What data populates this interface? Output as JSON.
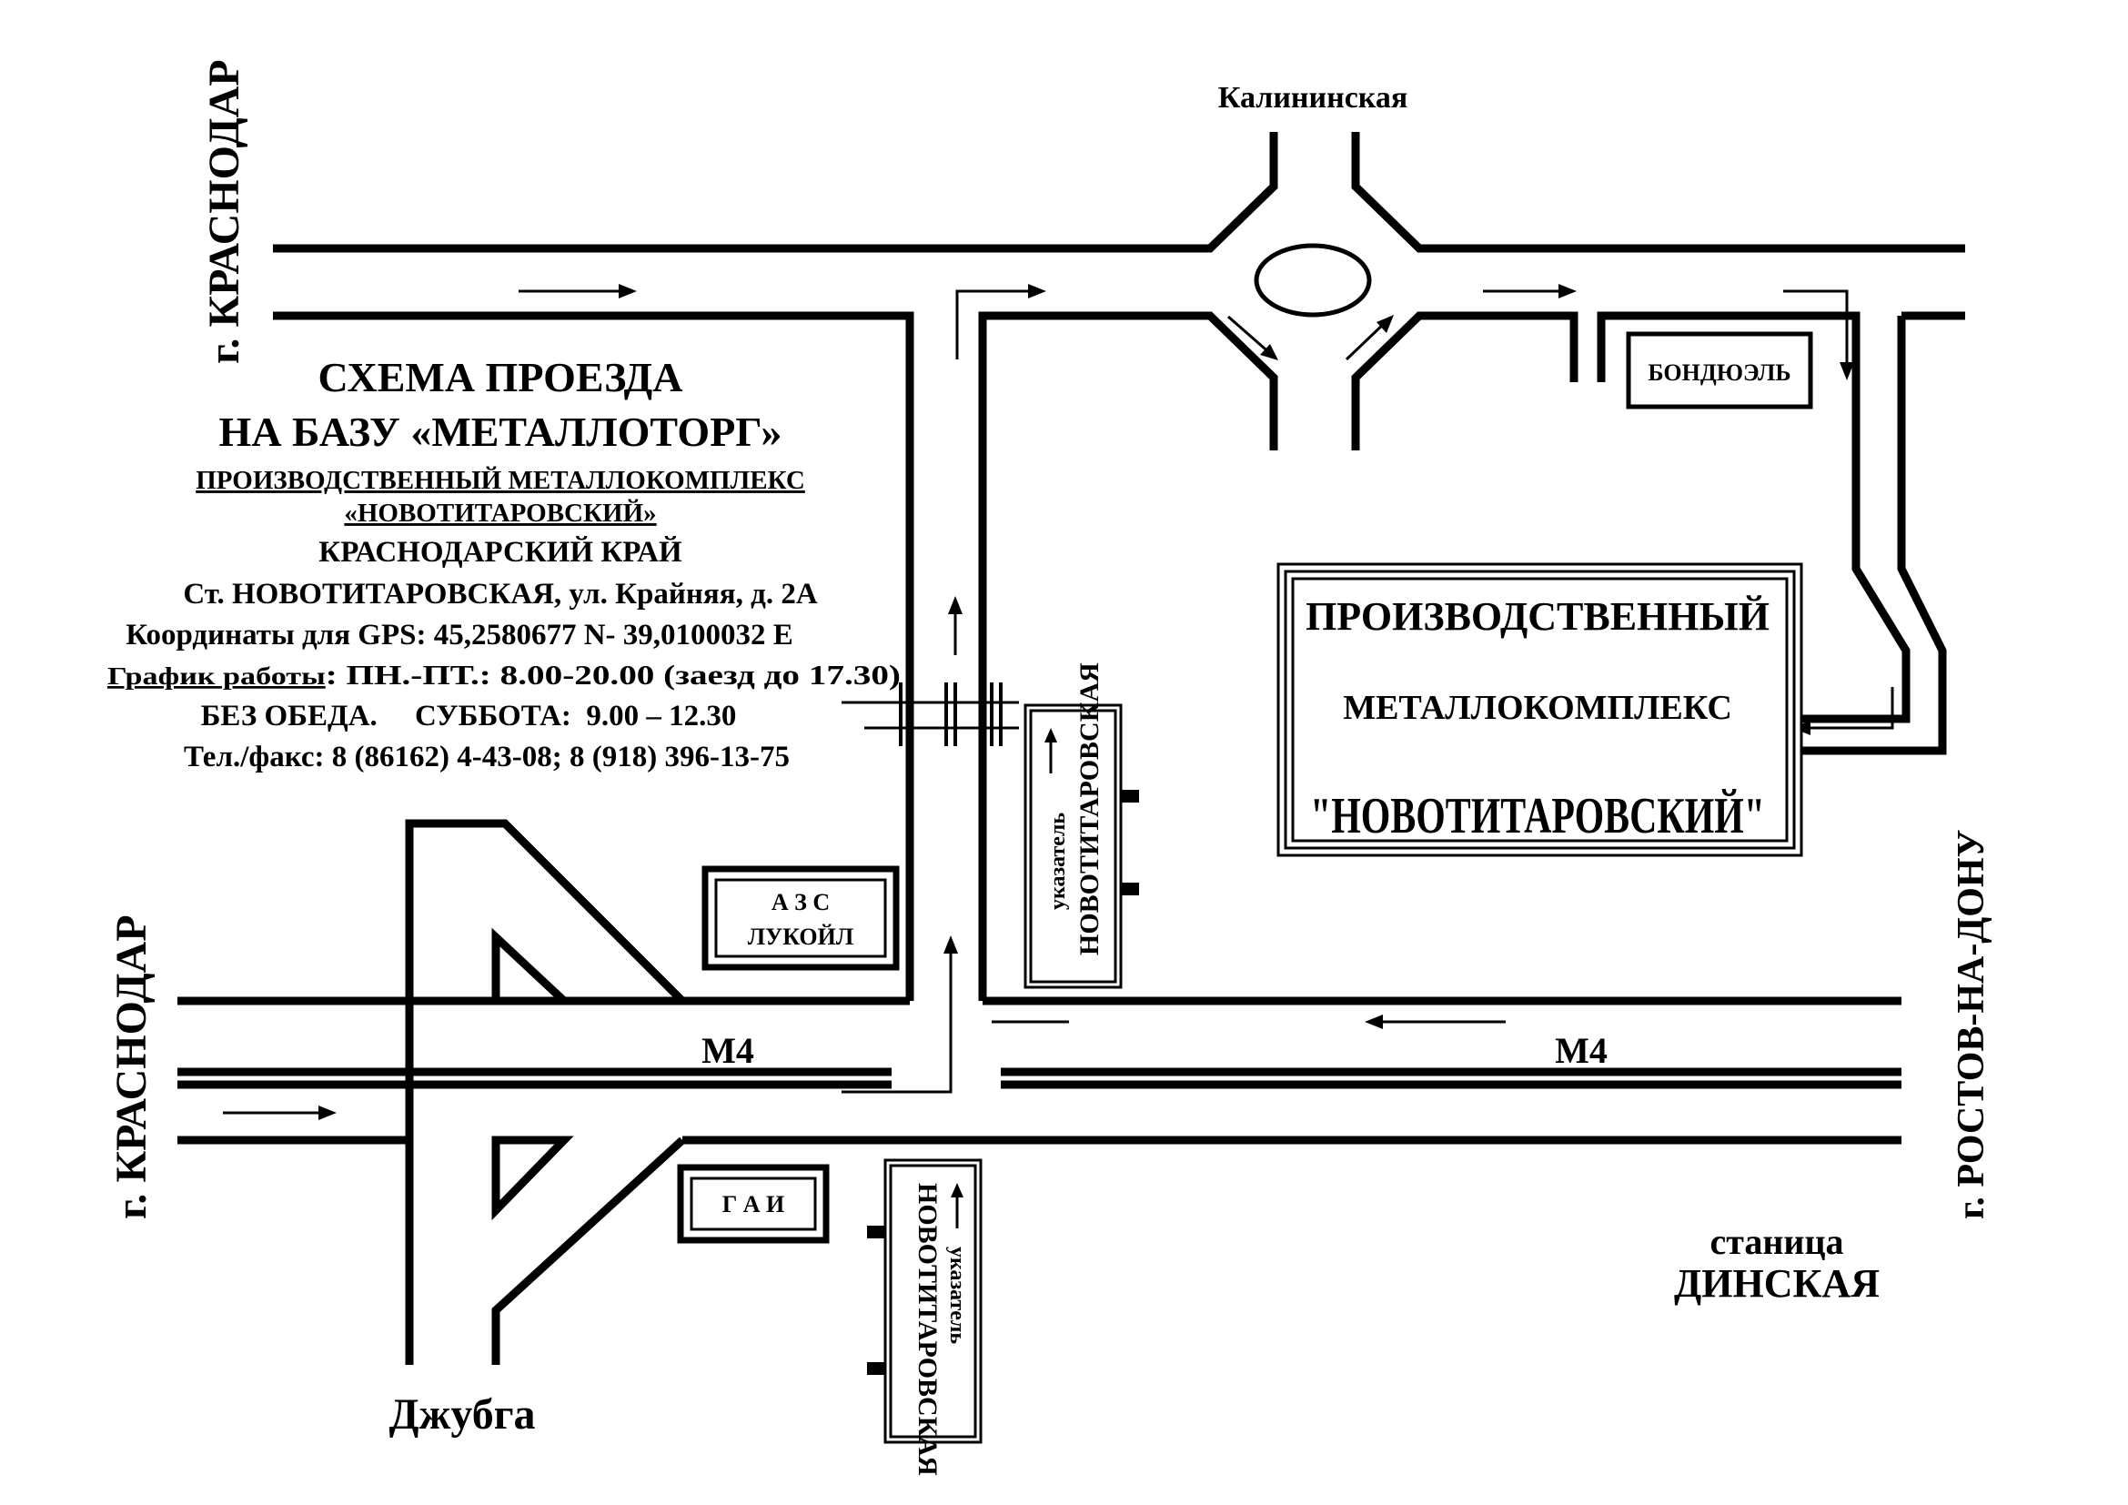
{
  "header": {
    "title_line1": "СХЕМА ПРОЕЗДА",
    "title_line2": "НА БАЗУ «МЕТАЛЛОТОРГ»",
    "subtitle_line1": "ПРОИЗВОДСТВЕННЫЙ МЕТАЛЛОКОМПЛЕКС",
    "subtitle_line2": "«НОВОТИТАРОВСКИЙ»",
    "region": "КРАСНОДАРСКИЙ КРАЙ",
    "address": "Ст. НОВОТИТАРОВСКАЯ, ул. Крайняя, д. 2А",
    "gps": "Координаты для GPS: 45,2580677 N- 39,0100032 E",
    "schedule_label": "График работы",
    "schedule_rest": ": ПН.-ПТ.: 8.00-20.00 (заезд до 17.30)",
    "schedule2": "БЕЗ ОБЕДА.     СУББОТА:  9.00 – 12.30",
    "phone": "Тел./факс: 8 (86162) 4-43-08; 8 (918) 396-13-75"
  },
  "labels": {
    "krasnodar_top": "г. КРАСНОДАР",
    "krasnodar_left": "г. КРАСНОДАР",
    "rostov": "г. РОСТОВ-НА-ДОНУ",
    "kalininskaya": "Калининская",
    "m4_left": "М4",
    "m4_right": "М4",
    "dzhubga": "Джубга",
    "dinskaya_line1": "станица",
    "dinskaya_line2": "ДИНСКАЯ"
  },
  "boxes": {
    "bonduel": "БОНДЮЭЛЬ",
    "azs_line1": "А З С",
    "azs_line2": "ЛУКОЙЛ",
    "gai": "Г А И",
    "complex_line1": "ПРОИЗВОДСТВЕННЫЙ",
    "complex_line2": "МЕТАЛЛОКОМПЛЕКС",
    "complex_line3": "\"НОВОТИТАРОВСКИЙ\"",
    "sign_line1": "указатель",
    "sign_line2": "НОВОТИТАРОВСКАЯ"
  },
  "colors": {
    "ink": "#000000",
    "paper": "#ffffff"
  }
}
